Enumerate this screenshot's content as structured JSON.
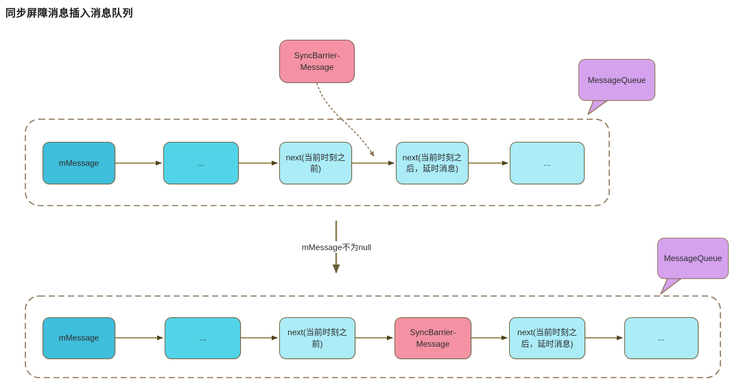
{
  "title": "同步屏障消息插入消息队列",
  "transition_label": "mMessage不为null",
  "colors": {
    "box_dark_cyan": "#3fbedc",
    "box_medium_cyan": "#52d3e8",
    "box_light_cyan": "#abecf7",
    "box_pink": "#f492a4",
    "callout_purple": "#d5a2ee",
    "dashed_border_brown": "#8b7355",
    "arrow_line": "#a0925f",
    "arrow_head": "#514320"
  },
  "callouts": {
    "sync_barrier": {
      "label": "SyncBarrier-Message"
    },
    "message_queue_top": {
      "label": "MessageQueue"
    },
    "message_queue_bottom": {
      "label": "MessageQueue"
    }
  },
  "queue_top": {
    "boxes": [
      {
        "label": "mMessage"
      },
      {
        "label": "..."
      },
      {
        "label": "next(当前时刻之前)"
      },
      {
        "label": "next(当前时刻之后，延时消息)"
      },
      {
        "label": "..."
      }
    ]
  },
  "queue_bottom": {
    "boxes": [
      {
        "label": "mMessage"
      },
      {
        "label": "..."
      },
      {
        "label": "next(当前时刻之前)"
      },
      {
        "label": "SyncBarrier-Message"
      },
      {
        "label": "next(当前时刻之后，延时消息)"
      },
      {
        "label": "..."
      }
    ]
  }
}
